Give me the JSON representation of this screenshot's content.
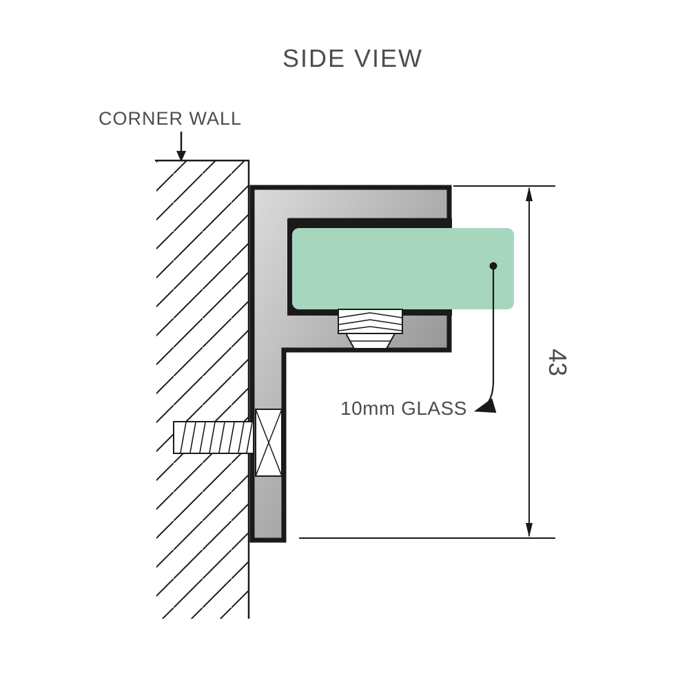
{
  "diagram": {
    "title": "SIDE VIEW",
    "wall_label": "CORNER WALL",
    "glass_label": "10mm GLASS",
    "dimension_value": "43",
    "colors": {
      "line": "#1a1a1a",
      "text": "#4c4c4c",
      "glass_fill": "#a7d6be",
      "bracket_light": "#dcdcdc",
      "bracket_dark": "#7e7e7e",
      "background": "#ffffff"
    }
  }
}
